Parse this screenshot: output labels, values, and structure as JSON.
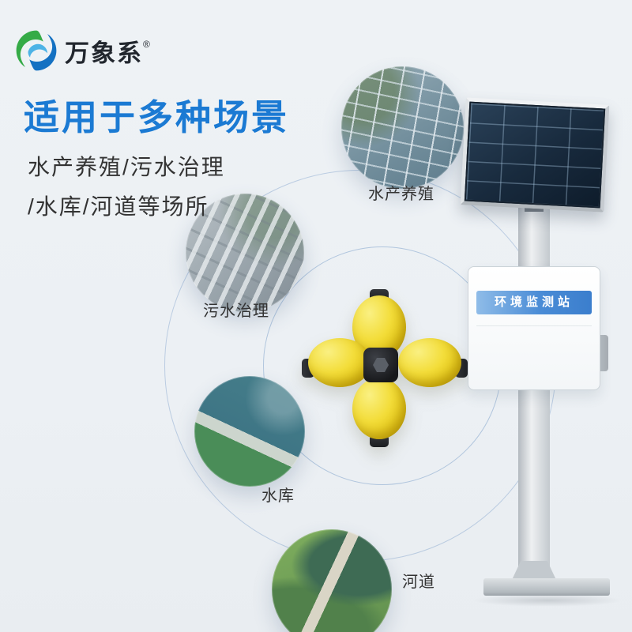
{
  "brand": {
    "name": "万象系",
    "registered_mark": "®",
    "logo_icon": "blue-green-swirl-globe"
  },
  "headline": {
    "title": "适用于多种场景",
    "line1": "水产养殖/污水治理",
    "line2": "/水库/河道等场所"
  },
  "scenes": [
    {
      "id": "aquaculture",
      "label": "水产养殖",
      "photo": "aerial-fish-pond-grid"
    },
    {
      "id": "sewage",
      "label": "污水治理",
      "photo": "sewage-treatment-plant"
    },
    {
      "id": "reservoir",
      "label": "水库",
      "photo": "reservoir-dam-hills"
    },
    {
      "id": "river",
      "label": "河道",
      "photo": "river-bend-with-bridge"
    }
  ],
  "device": {
    "station_label": "环境监测站",
    "buoy_icon": "four-float-yellow-water-quality-buoy",
    "station_parts": [
      "solar-panel",
      "pole",
      "enclosure",
      "base-plate"
    ]
  },
  "colors": {
    "background": "#edf1f4",
    "title_blue": "#1b7ad3",
    "body_text": "#333333",
    "float_yellow": "#f3dd3a",
    "strip_blue": "#4a8cd6",
    "logo_green": "#35ab47",
    "logo_blue": "#1471c2"
  }
}
